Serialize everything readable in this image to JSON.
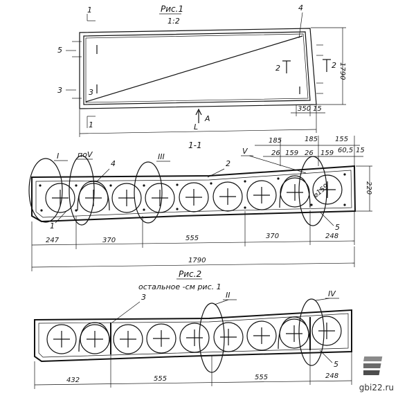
{
  "fig1": {
    "title": "Рис.1",
    "ratio": "1:2",
    "markers": [
      "1",
      "5",
      "3",
      "4",
      "2",
      "2",
      "3",
      "1"
    ],
    "dims": {
      "height": "1790",
      "edge_a": "350",
      "edge_b": "15",
      "span": "L",
      "arrow": "A"
    }
  },
  "section": {
    "title": "1-1",
    "callouts": {
      "c1": "I",
      "c2": "поV",
      "c3": "4",
      "c4": "III",
      "c5": "2",
      "c6": "V",
      "c7": "1",
      "c8": "5"
    },
    "top_dims": [
      "185",
      "185",
      "155",
      "26",
      "159",
      "26",
      "159",
      "60,5",
      "15"
    ],
    "height": "220",
    "hole_dia": "⌀159",
    "bottom_dims": [
      "247",
      "370",
      "555",
      "370",
      "248"
    ],
    "total": "1790"
  },
  "fig2": {
    "title": "Рис.2",
    "subtitle": "остальное -см рис. 1",
    "callouts": {
      "c1": "3",
      "c2": "II",
      "c3": "IV",
      "c4": "5"
    },
    "bottom_dims": [
      "432",
      "555",
      "555",
      "248"
    ]
  },
  "watermark": "gbi22.ru"
}
